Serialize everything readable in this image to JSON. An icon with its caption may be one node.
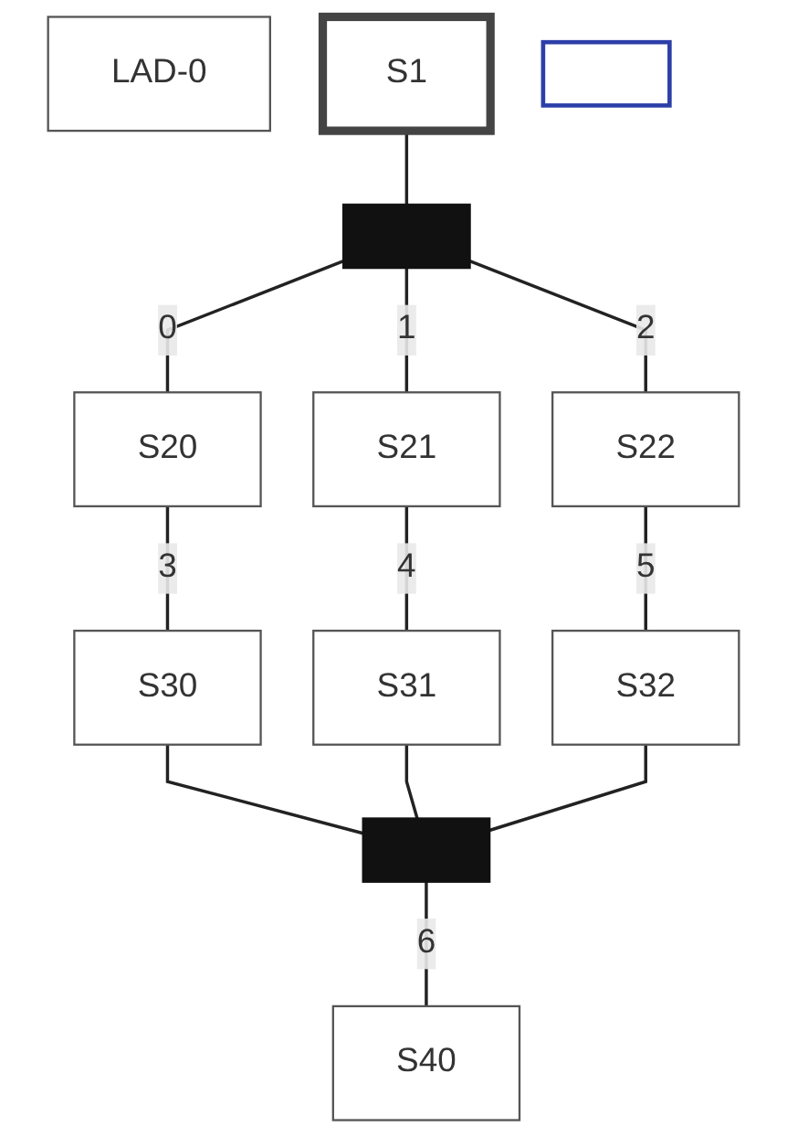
{
  "diagram": {
    "nodes": [
      {
        "text": [
          "LAD-0"
        ]
      },
      {
        "text": [
          "S1"
        ]
      },
      {
        "text": [],
        "shape": "bar"
      },
      {
        "text": [
          "S20"
        ]
      },
      {
        "text": [
          "S21"
        ]
      },
      {
        "text": [
          "S22"
        ]
      },
      {
        "text": [
          "S30"
        ]
      },
      {
        "text": [
          "S31"
        ]
      },
      {
        "text": [
          "S32"
        ]
      },
      {
        "text": [],
        "shape": "bar"
      },
      {
        "text": [
          "S40"
        ]
      },
      {
        "text": [],
        "shape": "box"
      }
    ],
    "edges": [
      {
        "from": 1,
        "to": 2,
        "arrow": "none"
      },
      {
        "from": 2,
        "to": 3,
        "arrow": "none",
        "label": "0"
      },
      {
        "from": 2,
        "to": 4,
        "arrow": "none",
        "label": "1"
      },
      {
        "from": 2,
        "to": 5,
        "arrow": "none",
        "label": "2"
      },
      {
        "from": 3,
        "to": 6,
        "arrow": "none",
        "label": "3"
      },
      {
        "from": 4,
        "to": 7,
        "arrow": "none",
        "label": "4"
      },
      {
        "from": 5,
        "to": 8,
        "arrow": "none",
        "label": "5"
      },
      {
        "from": 6,
        "to": 9,
        "arrow": "none"
      },
      {
        "from": 7,
        "to": 9,
        "arrow": "none"
      },
      {
        "from": 8,
        "to": 9,
        "arrow": "none"
      },
      {
        "from": 9,
        "to": 10,
        "arrow": "none",
        "label": "6"
      }
    ]
  }
}
